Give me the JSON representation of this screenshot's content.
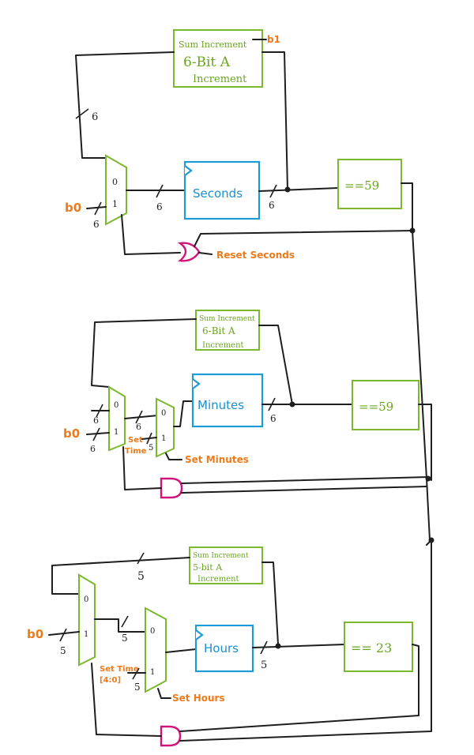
{
  "seconds_stage": {
    "incrementer": {
      "line1": "Sum Increment",
      "line2": "6-Bit A",
      "line3": "Increment",
      "out_label": "b1"
    },
    "register": "Seconds",
    "comparator": "==59",
    "mux_in0": "0",
    "mux_in1": "1",
    "const_label": "b0",
    "reset_label": "Reset Seconds",
    "width_feedback": "6",
    "width_const": "6",
    "width_mux_out": "6",
    "width_reg_out": "6"
  },
  "minutes_stage": {
    "incrementer": {
      "line1": "Sum Increment",
      "line2": "6-Bit A",
      "line3": "Increment"
    },
    "register": "Minutes",
    "comparator": "==59",
    "mux1_in0": "0",
    "mux1_in1": "1",
    "mux2_in0": "0",
    "mux2_in1": "1",
    "const_label": "b0",
    "set_label_line1": "Set",
    "set_label_line2": "Time",
    "select_label": "Set Minutes",
    "width_feedback": "6",
    "width_const": "6",
    "width_mid": "6",
    "width_set": "5",
    "width_reg_out": "6"
  },
  "hours_stage": {
    "incrementer": {
      "line1": "Sum Increment",
      "line2": "5-bit A",
      "line3": "Increment"
    },
    "register": "Hours",
    "comparator": "== 23",
    "mux1_in0": "0",
    "mux1_in1": "1",
    "mux2_in0": "0",
    "mux2_in1": "1",
    "const_label": "b0",
    "set_label_line1": "Set Time",
    "set_label_line2": "[4:0]",
    "select_label": "Set Hours",
    "width_feedback": "5",
    "width_const": "5",
    "width_mid": "5",
    "width_set": "5",
    "width_reg_out": "5"
  }
}
